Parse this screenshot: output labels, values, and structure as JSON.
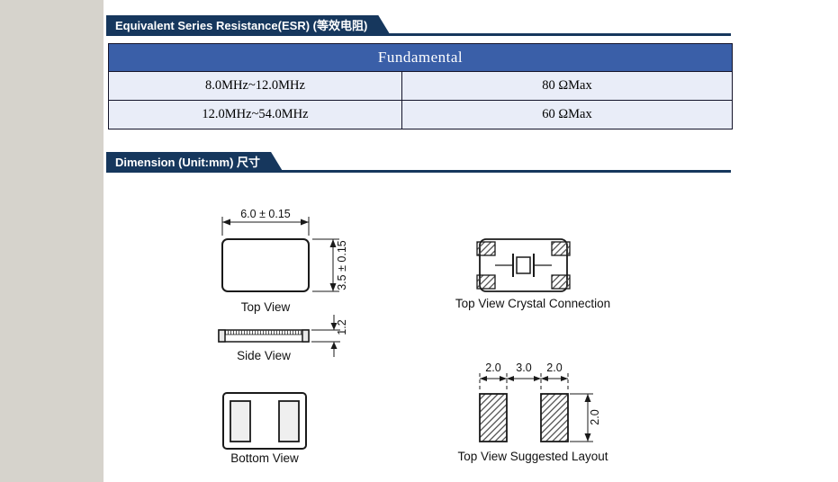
{
  "esr": {
    "header": "Equivalent Series Resistance(ESR)  (等效电阻)",
    "table": {
      "title": "Fundamental",
      "rows": [
        {
          "range": "8.0MHz~12.0MHz",
          "value": "80 ΩMax"
        },
        {
          "range": "12.0MHz~54.0MHz",
          "value": "60 ΩMax"
        }
      ]
    }
  },
  "dimension": {
    "header": "Dimension  (Unit:mm)  尺寸",
    "top_view": {
      "label": "Top View",
      "width": "6.0 ± 0.15",
      "height": "3.5 ± 0.15"
    },
    "side_view": {
      "label": "Side View",
      "thickness": "1.2"
    },
    "bottom_view": {
      "label": "Bottom View"
    },
    "crystal_connection": {
      "label": "Top View Crystal Connection"
    },
    "suggested_layout": {
      "label": "Top View Suggested Layout",
      "pad_width": "2.0",
      "pad_gap": "3.0",
      "pad_width2": "2.0",
      "pad_height": "2.0"
    }
  }
}
